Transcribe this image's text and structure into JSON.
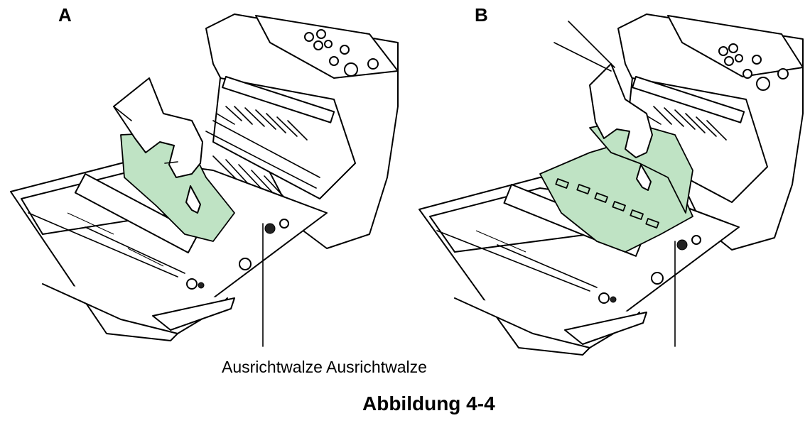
{
  "figure": {
    "panel_a_label": "A",
    "panel_b_label": "B",
    "callout_label": "Ausrichtwalze Ausrichtwalze",
    "caption": "Abbildung 4-4",
    "paper_color": "#bfe3c4",
    "line_color": "#000000"
  },
  "illustrations": [
    {
      "panel": "A",
      "depicts": "printer-open-paper-jam-icon"
    },
    {
      "panel": "B",
      "depicts": "printer-open-paper-jam-icon"
    }
  ]
}
